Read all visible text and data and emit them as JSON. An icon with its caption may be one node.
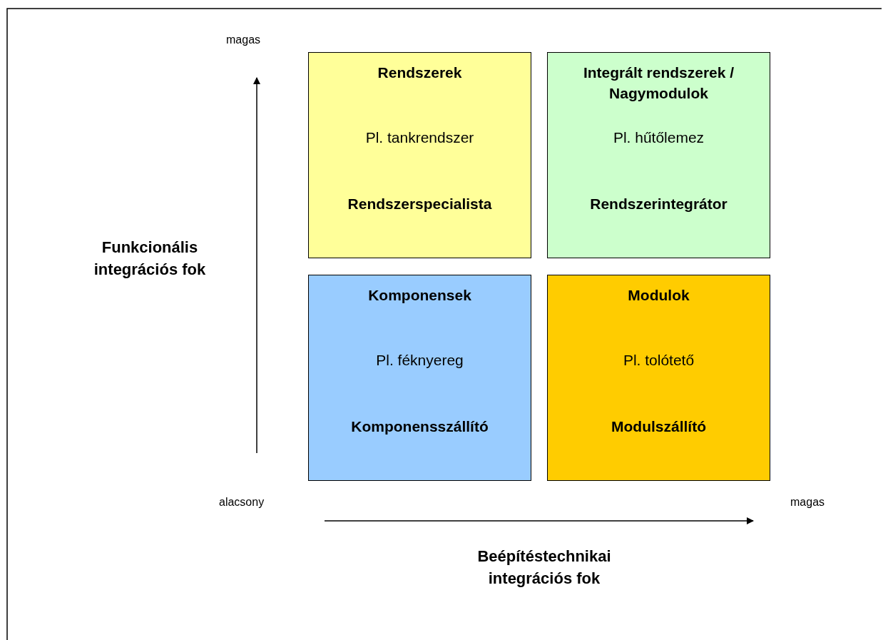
{
  "diagram": {
    "nodes": [
      {
        "text": [
          "Rendszerek",
          "Pl. tankrendszer",
          "Rendszerspecialista"
        ]
      },
      {
        "text": [
          "Integrált rendszerek / Nagymodulok",
          "Pl. hűtőlemez",
          "Rendszerintegrátor"
        ]
      },
      {
        "text": [
          "Komponensek",
          "Pl. féknyereg",
          "Komponensszállító"
        ]
      },
      {
        "text": [
          "Modulok",
          "Pl. tolótető",
          "Modulszállító"
        ]
      }
    ],
    "labels": [
      "magas",
      "Funkcionális integrációs fok",
      "alacsony",
      "magas",
      "Beépítéstechnikai integrációs fok"
    ]
  }
}
